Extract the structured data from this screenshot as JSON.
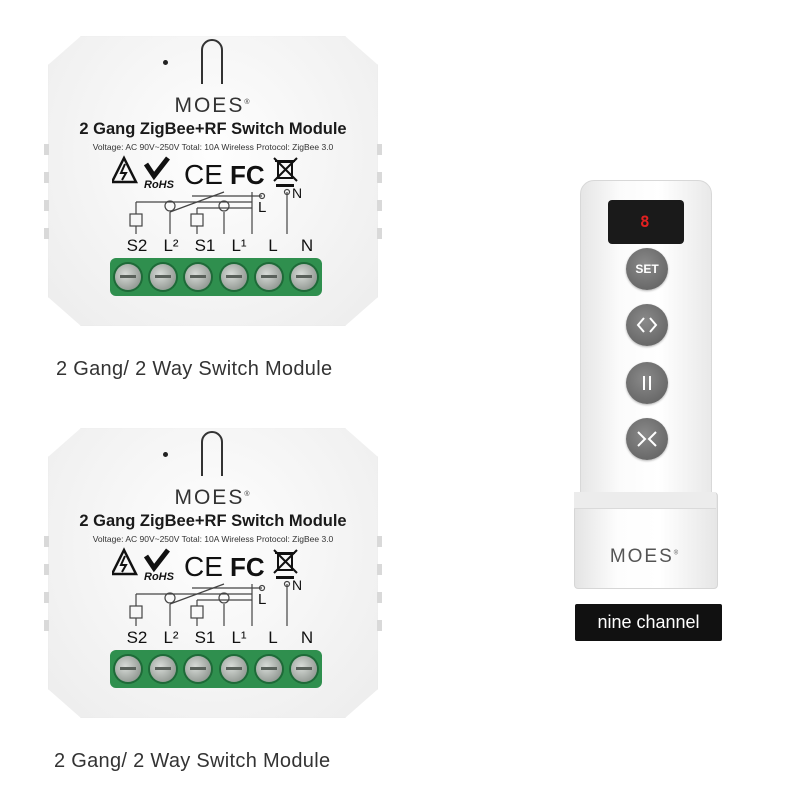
{
  "modules": [
    {
      "brand": "MOES",
      "title": "2 Gang ZigBee+RF Switch Module",
      "spec": "Voltage: AC 90V~250V   Total: 10A   Wireless Protocol: ZigBee 3.0",
      "wiring_labels": {
        "L": "L",
        "N": "N"
      },
      "terminals": [
        "S2",
        "L²",
        "S1",
        "L¹",
        "L",
        "N"
      ],
      "certs": {
        "rohs": "RoHS",
        "ce": "CE",
        "fc": "FC"
      },
      "caption": "2 Gang/ 2 Way Switch Module"
    },
    {
      "brand": "MOES",
      "title": "2 Gang ZigBee+RF Switch Module",
      "spec": "Voltage: AC 90V~250V   Total: 10A   Wireless Protocol: ZigBee 3.0",
      "wiring_labels": {
        "L": "L",
        "N": "N"
      },
      "terminals": [
        "S2",
        "L²",
        "S1",
        "L¹",
        "L",
        "N"
      ],
      "certs": {
        "rohs": "RoHS",
        "ce": "CE",
        "fc": "FC"
      },
      "caption": "2 Gang/ 2 Way Switch Module"
    }
  ],
  "remote": {
    "display_digit": "8",
    "buttons": [
      {
        "label": "SET",
        "icon": "set-label"
      },
      {
        "label": "",
        "icon": "chevrons-inward-icon"
      },
      {
        "label": "",
        "icon": "pause-icon"
      },
      {
        "label": "",
        "icon": "chevrons-outward-icon"
      }
    ],
    "brand": "MOES"
  },
  "badge": {
    "label": "nine channel"
  },
  "colors": {
    "terminal_green": "#2f8f4e",
    "button_grey": "#6e6e6e",
    "display_red": "#e02020"
  }
}
